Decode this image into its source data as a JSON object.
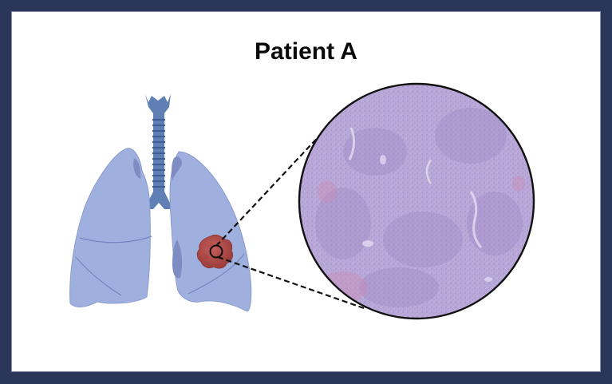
{
  "figure": {
    "title": "Patient A",
    "colors": {
      "frame": "#2a365a",
      "background": "#ffffff",
      "lung_fill": "#9fb0de",
      "lung_shadow": "#7f8cc4",
      "lung_outline": "#6d7bb3",
      "trachea": "#5f7fb5",
      "trachea_ring": "#3f5f94",
      "tumor": "#b5514f",
      "tumor_dark": "#8e3533",
      "histology_base": "#b7a6d6",
      "histology_dark": "#9a86c4",
      "histology_pink": "#c98fb6",
      "connector": "#111111"
    },
    "elements": {
      "lungs": "lungs-illustration",
      "trachea": "trachea-illustration",
      "tumor": "tumor-nodule",
      "magnifier_source": "small-circle-on-tumor",
      "zoom_view": "histology-circle-inset"
    }
  }
}
